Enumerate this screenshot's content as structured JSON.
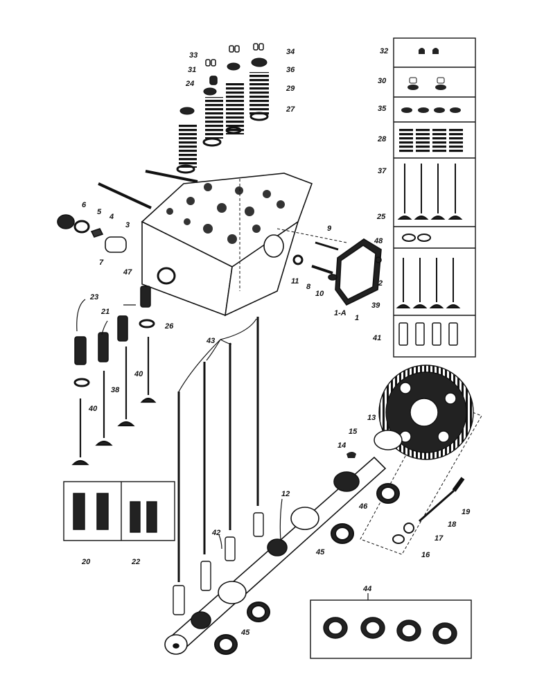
{
  "diagram": {
    "type": "exploded-parts-diagram",
    "callouts": {
      "c1": "1",
      "c1a": "1-A",
      "c2": "2",
      "c3": "3",
      "c4": "4",
      "c5": "5",
      "c6": "6",
      "c7": "7",
      "c8": "8",
      "c9": "9",
      "c10": "10",
      "c11": "11",
      "c12": "12",
      "c13": "13",
      "c14": "14",
      "c15": "15",
      "c16": "16",
      "c17": "17",
      "c18": "18",
      "c19": "19",
      "c20": "20",
      "c21": "21",
      "c22": "22",
      "c23": "23",
      "c24": "24",
      "c25": "25",
      "c26": "26",
      "c27": "27",
      "c28": "28",
      "c29": "29",
      "c30": "30",
      "c31": "31",
      "c32": "32",
      "c33": "33",
      "c34": "34",
      "c35": "35",
      "c36": "36",
      "c37": "37",
      "c38": "38",
      "c39": "39",
      "c40a": "40",
      "c40b": "40",
      "c41": "41",
      "c42": "42",
      "c43": "43",
      "c44": "44",
      "c45a": "45",
      "c45b": "45",
      "c46": "46",
      "c47": "47",
      "c48": "48"
    },
    "colors": {
      "ink": "#111111",
      "paper": "#ffffff",
      "shade": "#2a2a2a"
    }
  }
}
